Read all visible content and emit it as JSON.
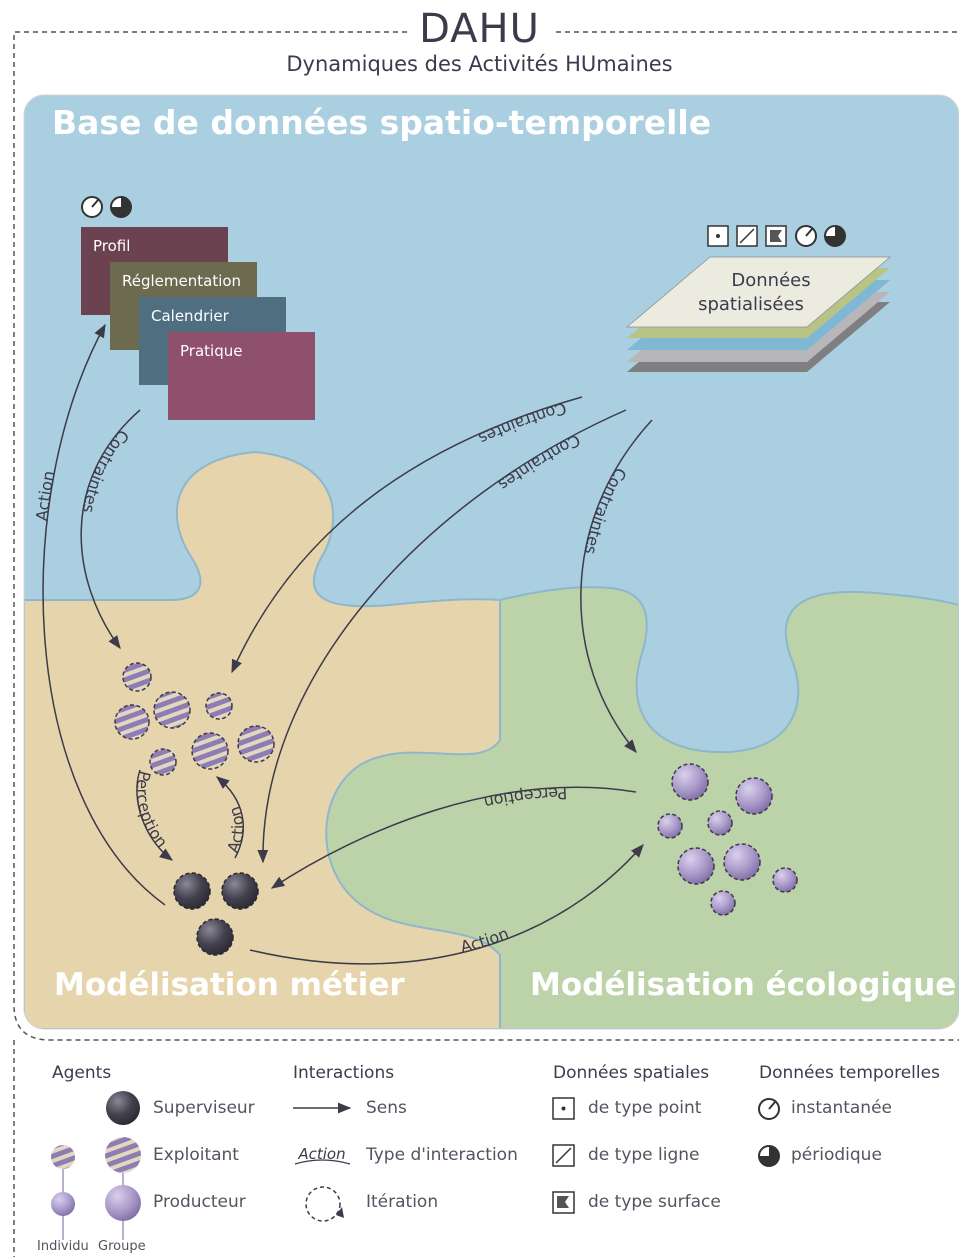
{
  "header": {
    "title": "DAHU",
    "subtitle": "Dynamiques des Activités HUmaines"
  },
  "regions": {
    "database": "Base de données spatio-temporelle",
    "business": "Modélisation métier",
    "ecological": "Modélisation écologique"
  },
  "cards": [
    "Profil",
    "Réglementation",
    "Calendrier",
    "Pratique"
  ],
  "spatial_stack": {
    "line1": "Données",
    "line2": "spatialisées"
  },
  "arrow_labels": {
    "action_left": "Action",
    "contraintes_left": "Contraintes",
    "contraintes_1": "Contraintes",
    "contraintes_2": "Contraintes",
    "contraintes_3": "Contraintes",
    "perception_inner": "Perception",
    "action_inner": "Action",
    "perception_eco": "Perception",
    "action_eco": "Action"
  },
  "legend": {
    "agents": {
      "title": "Agents",
      "superviseur": "Superviseur",
      "exploitant": "Exploitant",
      "producteur": "Producteur",
      "individu": "Individu",
      "groupe": "Groupe"
    },
    "interactions": {
      "title": "Interactions",
      "sens": "Sens",
      "example_word": "Action",
      "type": "Type d'interaction",
      "iteration": "Itération"
    },
    "spatial": {
      "title": "Données spatiales",
      "point": "de type point",
      "ligne": "de type ligne",
      "surface": "de type surface"
    },
    "temporal": {
      "title": "Données temporelles",
      "instantanee": "instantanée",
      "periodique": "périodique"
    }
  },
  "colors": {
    "sky": "#a9cfe0",
    "sand": "#e6d5ac",
    "green": "#bcd3a9",
    "profil": "#6c4251",
    "reglementation": "#6c6b4f",
    "calendrier": "#4f6f80",
    "pratique": "#8e506c",
    "agent_dark": "#3a3844",
    "agent_purple": "#a493c4",
    "arrow": "#3d3a4a"
  }
}
